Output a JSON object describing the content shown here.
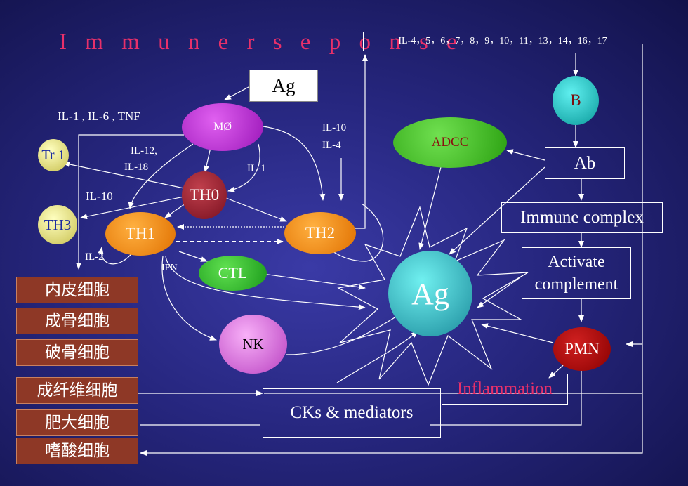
{
  "title": "I m m u n e  r s e p o n s e",
  "cytokine_list": "IL-4，5，6，7，8，9，10，11，13，14，16，17",
  "nodes": {
    "ag_box": "Ag",
    "mo": "MØ",
    "th0": "TH0",
    "th1": "TH1",
    "th2": "TH2",
    "tr1": "Tr 1",
    "th3": "TH3",
    "ctl": "CTL",
    "nk": "NK",
    "adcc": "ADCC",
    "b": "B",
    "ab": "Ab",
    "immune_complex": "Immune complex",
    "activate_complement_1": "Activate",
    "activate_complement_2": "complement",
    "pmn": "PMN",
    "ag_center": "Ag",
    "inflammation": "Inflammation",
    "cks": "CKs & mediators"
  },
  "labels": {
    "il1_il6_tnf": "IL-1 , IL-6 , TNF",
    "il12": "IL-12,",
    "il18": "IL-18",
    "il1": "IL-1",
    "il10_left": "IL-10",
    "il10_right": "IL-10",
    "il4_right": "IL-4",
    "il2": "IL-2",
    "ifn": "IFN"
  },
  "cells": [
    "内皮细胞",
    "成骨细胞",
    "破骨细胞",
    "成纤维细胞",
    "肥大细胞",
    "嗜酸细胞"
  ]
}
